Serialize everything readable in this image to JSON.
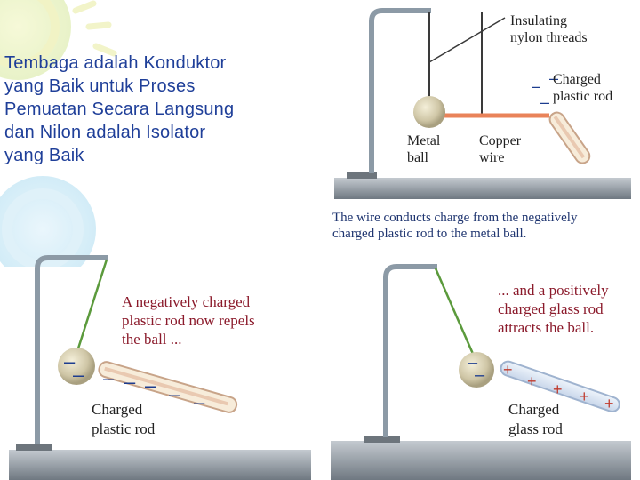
{
  "caption": "Tembaga adalah Konduktor\nyang Baik untuk Proses\nPemuatan Secara Langsung\ndan Nilon adalah Isolator\nyang Baik",
  "figure_top": {
    "label_threads": "Insulating\nnylon threads",
    "label_charged_rod": "Charged\nplastic rod",
    "label_metal_ball": "Metal\nball",
    "label_copper_wire": "Copper\nwire",
    "caption": "The wire conducts charge from the negatively\ncharged plastic rod to the metal ball."
  },
  "figure_bottom_left": {
    "annotation": "A negatively charged\nplastic rod now repels\nthe ball ...",
    "label_rod": "Charged\nplastic rod"
  },
  "figure_bottom_right": {
    "annotation": "... and a positively\ncharged glass rod\nattracts the ball.",
    "label_rod": "Charged\nglass rod"
  },
  "colors": {
    "caption_text": "#1f3f99",
    "annotation_text": "#8b1a2b",
    "copper_wire": "#e9835a",
    "thread": "#5b9a3c",
    "stand": "#8c9aa6",
    "base": "#7d8791"
  }
}
